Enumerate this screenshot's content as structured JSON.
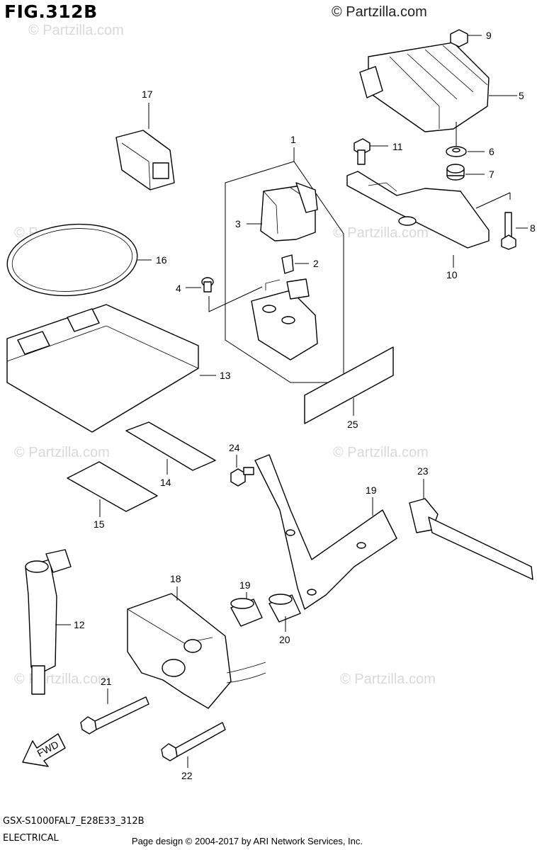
{
  "header": {
    "figure_title": "FIG.312B",
    "copyright": "© Partzilla.com"
  },
  "watermark_text": "© Partzilla.com",
  "footer": {
    "model_code": "GSX-S1000FAL7_E28E33_312B",
    "section": "ELECTRICAL",
    "page_credit": "Page design © 2004-2017 by ARI Network Services, Inc."
  },
  "fwd_label": "FWD",
  "callouts": [
    "1",
    "2",
    "3",
    "4",
    "5",
    "6",
    "7",
    "8",
    "9",
    "10",
    "11",
    "12",
    "13",
    "14",
    "15",
    "16",
    "17",
    "18",
    "19",
    "19",
    "20",
    "21",
    "22",
    "23",
    "24",
    "25"
  ]
}
